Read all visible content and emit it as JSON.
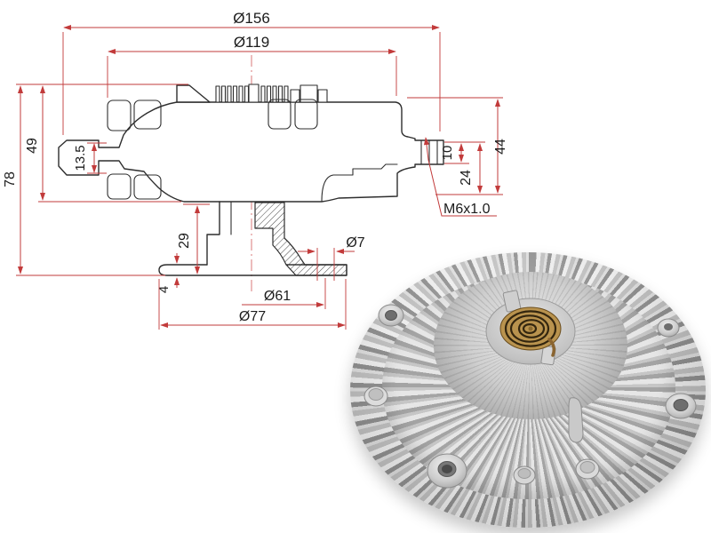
{
  "colors": {
    "dimension_line": "#c23b3b",
    "centerline": "#d46a6a",
    "outline": "#2e2e2e",
    "text_color": "#1c1c1c",
    "hatch": "#4a4a4a",
    "brass": "#b9934e",
    "brass_dark": "#33260f",
    "metal_light": "#ececec",
    "metal_mid": "#c0c0c0",
    "metal_dark": "#8f8f8f",
    "background": "#ffffff"
  },
  "drawing": {
    "dims": {
      "d156": "Ø156",
      "d119": "Ø119",
      "h78": "78",
      "h49": "49",
      "h13_5": "13.5",
      "h29": "29",
      "t4": "4",
      "d7": "Ø7",
      "d61": "Ø61",
      "d77": "Ø77",
      "h10": "10",
      "h24": "24",
      "h44": "44",
      "thread": "M6x1.0"
    }
  }
}
